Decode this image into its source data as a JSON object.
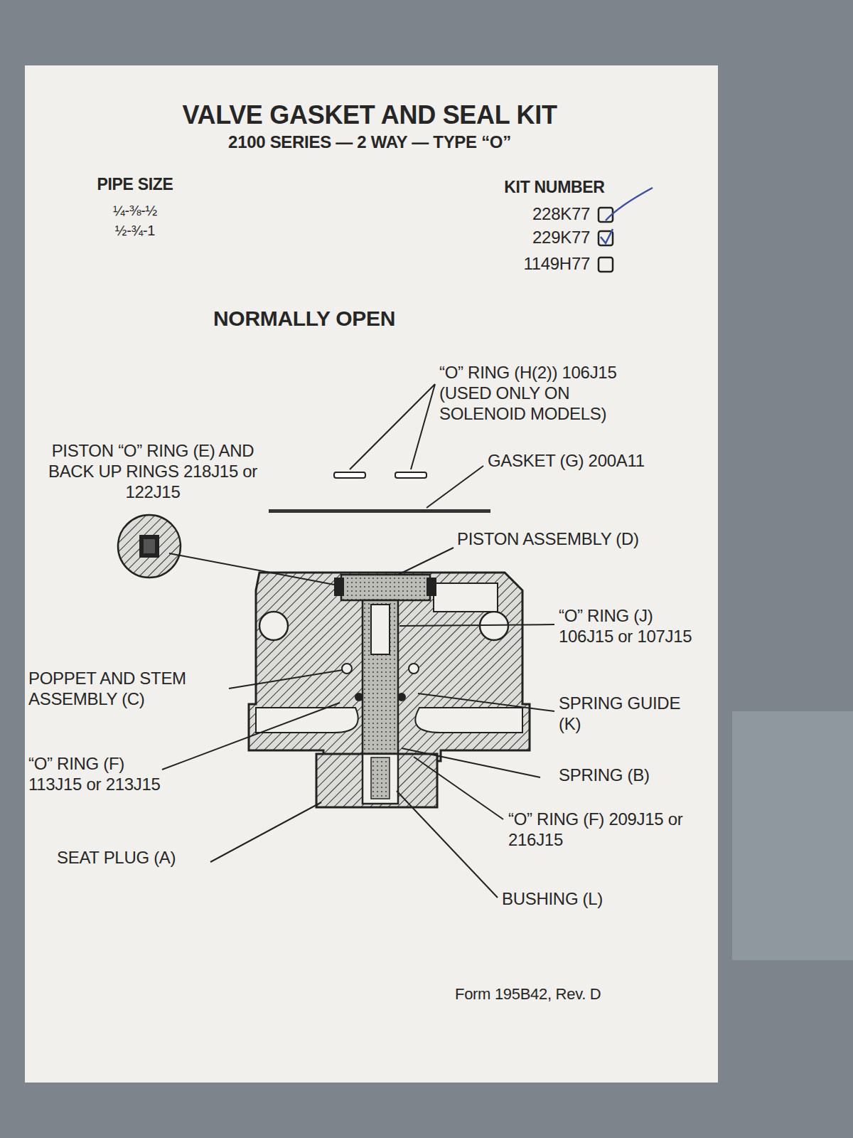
{
  "diagram": {
    "title": "VALVE GASKET AND SEAL KIT",
    "labels": [
      "2100 SERIES — 2 WAY — TYPE “O”",
      "PIPE SIZE",
      "¼-⅜-½",
      "½-¾-1",
      "KIT NUMBER",
      "228K77",
      "229K77",
      "1149H77",
      "NORMALLY OPEN",
      "“O” RING (H(2)) 106J15 (USED ONLY ON SOLENOID MODELS)",
      "PISTON “O” RING (E) AND BACK UP RINGS 218J15 or 122J15",
      "GASKET (G) 200A11",
      "PISTON ASSEMBLY (D)",
      "“O” RING (J) 106J15 or 107J15",
      "POPPET AND STEM ASSEMBLY (C)",
      "SPRING GUIDE (K)",
      "“O” RING (F) 113J15 or 213J15",
      "SPRING (B)",
      "“O” RING (F) 209J15 or 216J15",
      "SEAT PLUG (A)",
      "BUSHING (L)",
      "Form 195B42, Rev. D"
    ]
  }
}
